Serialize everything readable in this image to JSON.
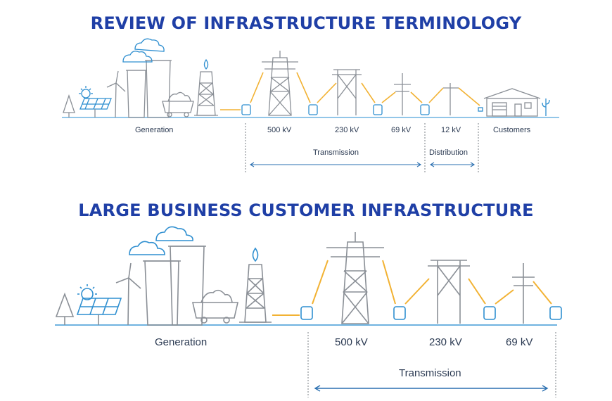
{
  "titles": {
    "top": "REVIEW OF INFRASTRUCTURE TERMINOLOGY",
    "bottom": "LARGE BUSINESS CUSTOMER INFRASTRUCTURE"
  },
  "top_diagram": {
    "labels": {
      "generation": "Generation",
      "kv500": "500 kV",
      "kv230": "230 kV",
      "kv69": "69 kV",
      "kv12": "12 kV",
      "customers": "Customers",
      "transmission": "Transmission",
      "distribution": "Distribution"
    }
  },
  "bottom_diagram": {
    "labels": {
      "generation": "Generation",
      "kv500": "500 kV",
      "kv230": "230 kV",
      "kv69": "69 kV",
      "transmission": "Transmission"
    }
  },
  "colors": {
    "title": "#1f3fa6",
    "line_art": "#8a8f96",
    "wire": "#f2b233",
    "accent_blue": "#2f8fd0",
    "ground": "#6fb3e0"
  }
}
